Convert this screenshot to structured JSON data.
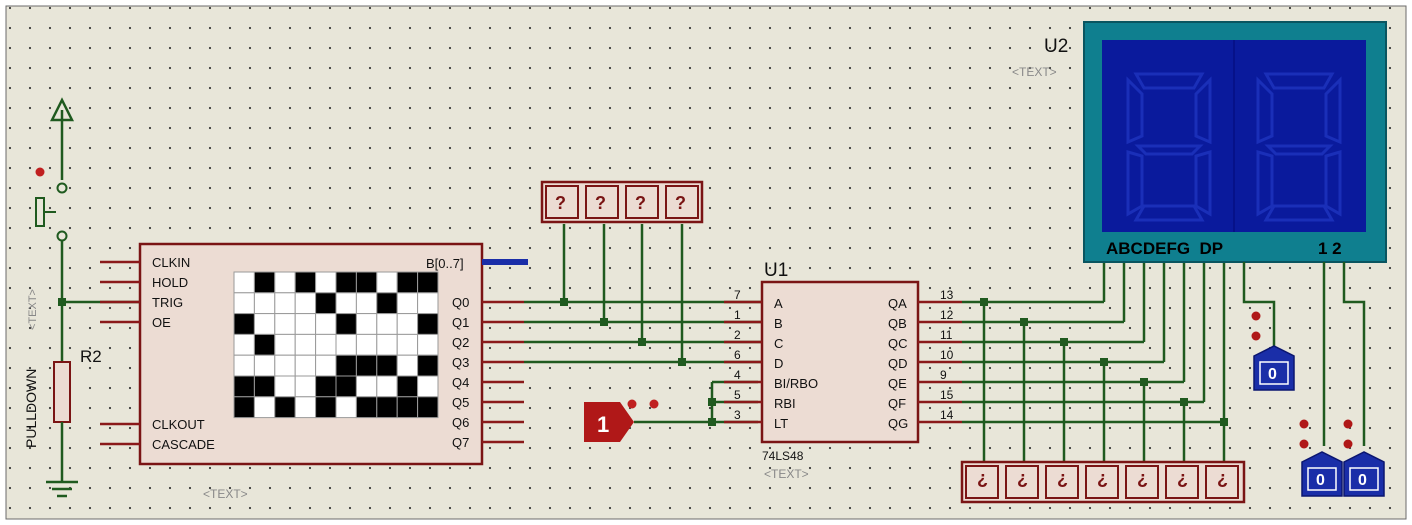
{
  "colors": {
    "sheet": "#e8e6d9",
    "grid_dot": "#3a3a3a",
    "wire": "#1f5a1f",
    "body_fill": "#ecdcd3",
    "body_stroke": "#7a1414",
    "pin": "#8a1a1a",
    "display_frame": "#0f7f8f",
    "display_bg": "#0a1a9c",
    "display_inner": "#061189",
    "probe_blue": "#1a2ea8",
    "probe_red": "#b01818",
    "text_gray": "#888888"
  },
  "eprom": {
    "left_pins": [
      "CLKIN",
      "HOLD",
      "TRIG",
      "OE"
    ],
    "left_bottom_pins": [
      "CLKOUT",
      "CASCADE"
    ],
    "right_pins": [
      "Q0",
      "Q1",
      "Q2",
      "Q3",
      "Q4",
      "Q5",
      "Q6",
      "Q7"
    ],
    "bus_label": "B[0..7]",
    "matrix": [
      [
        0,
        1,
        0,
        1,
        0,
        1,
        1,
        0,
        1,
        1
      ],
      [
        0,
        0,
        0,
        0,
        1,
        0,
        0,
        1,
        0,
        0
      ],
      [
        1,
        0,
        0,
        0,
        0,
        1,
        0,
        0,
        0,
        1
      ],
      [
        0,
        1,
        0,
        0,
        0,
        0,
        0,
        0,
        0,
        0
      ],
      [
        0,
        0,
        0,
        0,
        0,
        1,
        1,
        1,
        0,
        1
      ],
      [
        1,
        1,
        0,
        0,
        1,
        1,
        0,
        0,
        1,
        0
      ],
      [
        1,
        0,
        1,
        0,
        1,
        0,
        1,
        1,
        1,
        1
      ]
    ],
    "text_tag": "<TEXT>"
  },
  "resistor": {
    "ref": "R2",
    "value": "PULLDOWN",
    "text_tag": "<TEXT>"
  },
  "decoder": {
    "ref": "U1",
    "part": "74LS48",
    "text_tag": "<TEXT>",
    "left_pins": [
      {
        "name": "A",
        "num": "7"
      },
      {
        "name": "B",
        "num": "1"
      },
      {
        "name": "C",
        "num": "2"
      },
      {
        "name": "D",
        "num": "6"
      },
      {
        "name": "BI/RBO",
        "num": "4"
      },
      {
        "name": "RBI",
        "num": "5"
      },
      {
        "name": "LT",
        "num": "3"
      }
    ],
    "right_pins": [
      {
        "name": "QA",
        "num": "13"
      },
      {
        "name": "QB",
        "num": "12"
      },
      {
        "name": "QC",
        "num": "11"
      },
      {
        "name": "QD",
        "num": "10"
      },
      {
        "name": "QE",
        "num": "9"
      },
      {
        "name": "QF",
        "num": "15"
      },
      {
        "name": "QG",
        "num": "14"
      }
    ]
  },
  "display": {
    "ref": "U2",
    "text_tag": "<TEXT>",
    "pin_labels": "ABCDEFG  DP",
    "digit_labels": "1 2"
  },
  "logic_state": {
    "value": "1"
  },
  "probes": {
    "top": [
      "?",
      "?",
      "?",
      "?"
    ],
    "bottom": [
      "?",
      "?",
      "?",
      "?",
      "?",
      "?",
      "?"
    ],
    "outputs": [
      "0",
      "0",
      "0"
    ]
  }
}
